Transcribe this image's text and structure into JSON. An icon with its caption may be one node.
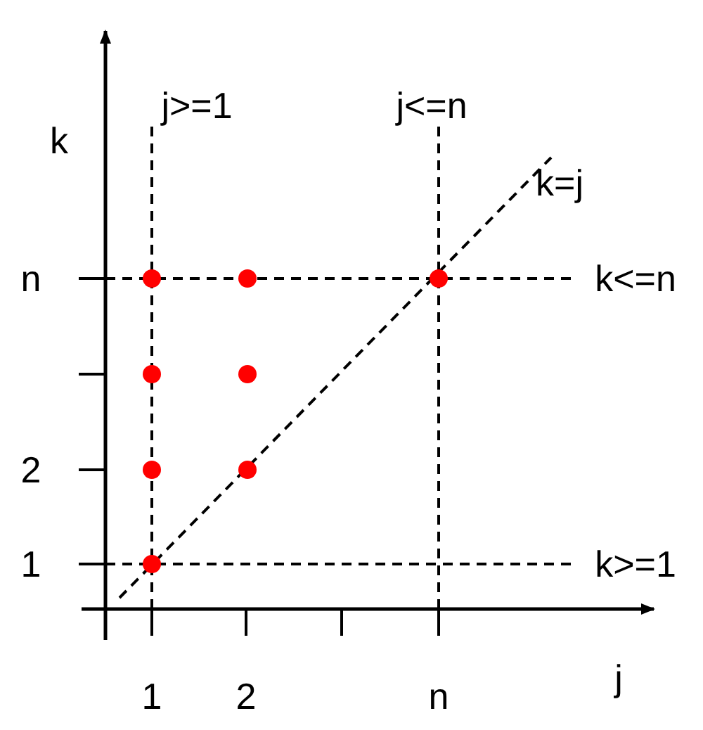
{
  "diagram": {
    "labels": [
      "k",
      "j>=1",
      "j<=n",
      "k=j",
      "n",
      "k<=n",
      "2",
      "1",
      "k>=1",
      "j",
      "1",
      "2",
      "n"
    ]
  }
}
